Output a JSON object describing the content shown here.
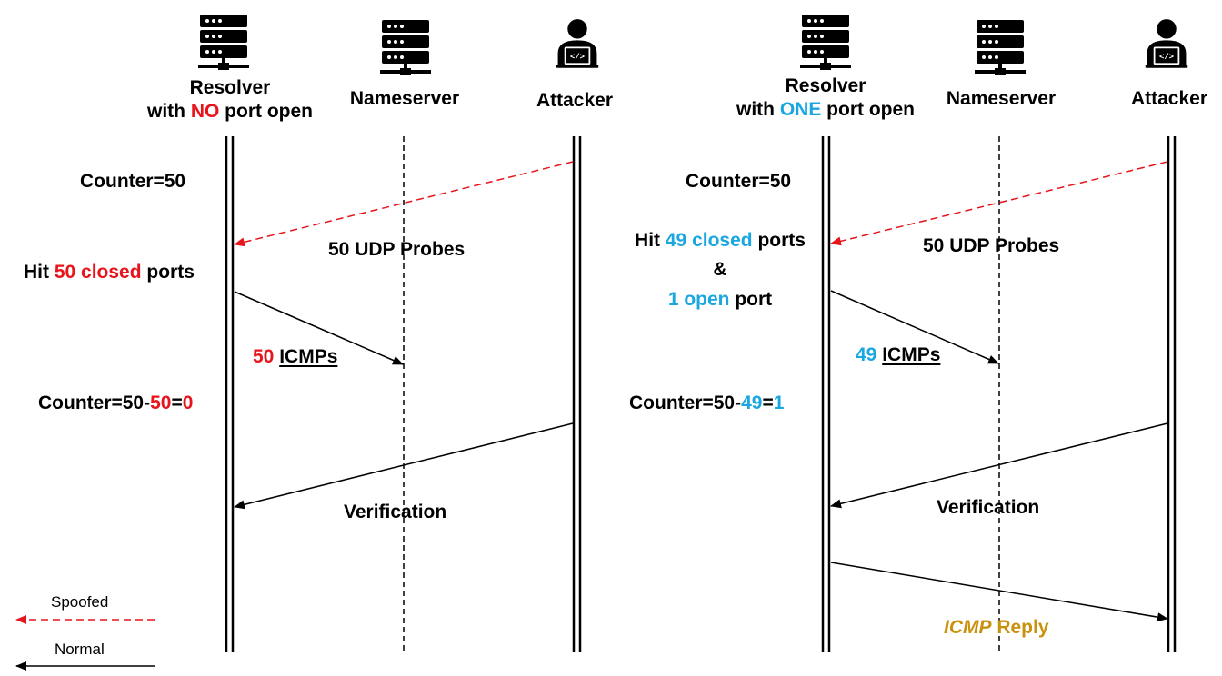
{
  "left": {
    "participants": [
      {
        "icon": "server-icon",
        "line1": "Resolver",
        "line2_pre": "with ",
        "line2_hl": "NO",
        "line2_post": " port open"
      },
      {
        "icon": "server-icon",
        "label": "Nameserver"
      },
      {
        "icon": "attacker-icon",
        "label": "Attacker"
      }
    ],
    "counter_start": "Counter=50",
    "probes": "50 UDP Probes",
    "hit": {
      "pre": "Hit ",
      "hl": "50 closed",
      "post": " ports"
    },
    "icmps": {
      "num": "50",
      "label": "ICMPs"
    },
    "counter_end": {
      "pre": "Counter=50-",
      "hl1": "50",
      "mid": "=",
      "hl2": "0"
    },
    "verification": "Verification"
  },
  "right": {
    "participants": [
      {
        "icon": "server-icon",
        "line1": "Resolver",
        "line2_pre": "with ",
        "line2_hl": "ONE",
        "line2_post": " port open"
      },
      {
        "icon": "server-icon",
        "label": "Nameserver"
      },
      {
        "icon": "attacker-icon",
        "label": "Attacker"
      }
    ],
    "counter_start": "Counter=50",
    "probes": "50 UDP Probes",
    "hit": {
      "pre": "Hit ",
      "hl": "49 closed",
      "post": " ports",
      "amp": "&",
      "open_hl": "1 open",
      "open_post": " port"
    },
    "icmps": {
      "num": "49",
      "label": "ICMPs"
    },
    "counter_end": {
      "pre": "Counter=50-",
      "hl1": "49",
      "mid": "=",
      "hl2": "1"
    },
    "verification": "Verification",
    "reply": {
      "hl": "ICMP",
      "post": " Reply"
    }
  },
  "legend": {
    "spoofed": "Spoofed",
    "normal": "Normal"
  },
  "colors": {
    "red": "#e8141c",
    "blue": "#1aa7e0",
    "gold": "#c9920e",
    "spoofed_arrow": "#e8141c",
    "normal_arrow": "#000000"
  }
}
